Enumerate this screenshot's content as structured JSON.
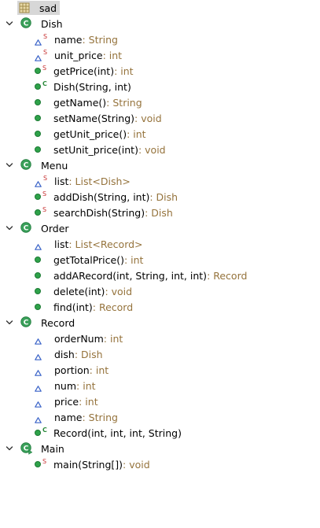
{
  "colors": {
    "type_text": "#95733c",
    "method_dot": "#2fa24a",
    "field_triangle": "#3a63c8",
    "static_marker": "#c83232",
    "constructor_marker": "#2a8a3a",
    "class_icon": "#3aa05a",
    "selection_bg": "#d7d7d7"
  },
  "package": {
    "icon": "package-icon",
    "name": "sad"
  },
  "classes": [
    {
      "name": "Dish",
      "icon": "class-icon",
      "members": [
        {
          "kind": "field",
          "modifier": "S",
          "name": "name",
          "type": " : String"
        },
        {
          "kind": "field",
          "modifier": "S",
          "name": "unit_price",
          "type": " : int"
        },
        {
          "kind": "method",
          "modifier": "S",
          "name": "getPrice(int)",
          "type": " : int"
        },
        {
          "kind": "method",
          "modifier": "C",
          "name": "Dish(String, int)",
          "type": ""
        },
        {
          "kind": "method",
          "modifier": "",
          "name": "getName()",
          "type": " : String"
        },
        {
          "kind": "method",
          "modifier": "",
          "name": "setName(String)",
          "type": " : void"
        },
        {
          "kind": "method",
          "modifier": "",
          "name": "getUnit_price()",
          "type": " : int"
        },
        {
          "kind": "method",
          "modifier": "",
          "name": "setUnit_price(int)",
          "type": " : void"
        }
      ]
    },
    {
      "name": "Menu",
      "icon": "class-icon",
      "members": [
        {
          "kind": "field",
          "modifier": "S",
          "name": "list",
          "type": " : List<Dish>"
        },
        {
          "kind": "method",
          "modifier": "S",
          "name": "addDish(String, int)",
          "type": " : Dish"
        },
        {
          "kind": "method",
          "modifier": "S",
          "name": "searchDish(String)",
          "type": " : Dish"
        }
      ]
    },
    {
      "name": "Order",
      "icon": "class-icon",
      "members": [
        {
          "kind": "field",
          "modifier": "",
          "name": "list",
          "type": " : List<Record>"
        },
        {
          "kind": "method",
          "modifier": "",
          "name": "getTotalPrice()",
          "type": " : int"
        },
        {
          "kind": "method",
          "modifier": "",
          "name": "addARecord(int, String, int, int)",
          "type": " : Record"
        },
        {
          "kind": "method",
          "modifier": "",
          "name": "delete(int)",
          "type": " : void"
        },
        {
          "kind": "method",
          "modifier": "",
          "name": "find(int)",
          "type": " : Record"
        }
      ]
    },
    {
      "name": "Record",
      "icon": "class-icon",
      "members": [
        {
          "kind": "field",
          "modifier": "",
          "name": "orderNum",
          "type": " : int"
        },
        {
          "kind": "field",
          "modifier": "",
          "name": "dish",
          "type": " : Dish"
        },
        {
          "kind": "field",
          "modifier": "",
          "name": "portion",
          "type": " : int"
        },
        {
          "kind": "field",
          "modifier": "",
          "name": "num",
          "type": " : int"
        },
        {
          "kind": "field",
          "modifier": "",
          "name": "price",
          "type": " : int"
        },
        {
          "kind": "field",
          "modifier": "",
          "name": "name",
          "type": " : String"
        },
        {
          "kind": "method",
          "modifier": "C",
          "name": "Record(int, int, int, String)",
          "type": ""
        }
      ]
    },
    {
      "name": "Main",
      "icon": "main-class-icon",
      "members": [
        {
          "kind": "method",
          "modifier": "S",
          "name": "main(String[])",
          "type": " : void"
        }
      ]
    }
  ]
}
